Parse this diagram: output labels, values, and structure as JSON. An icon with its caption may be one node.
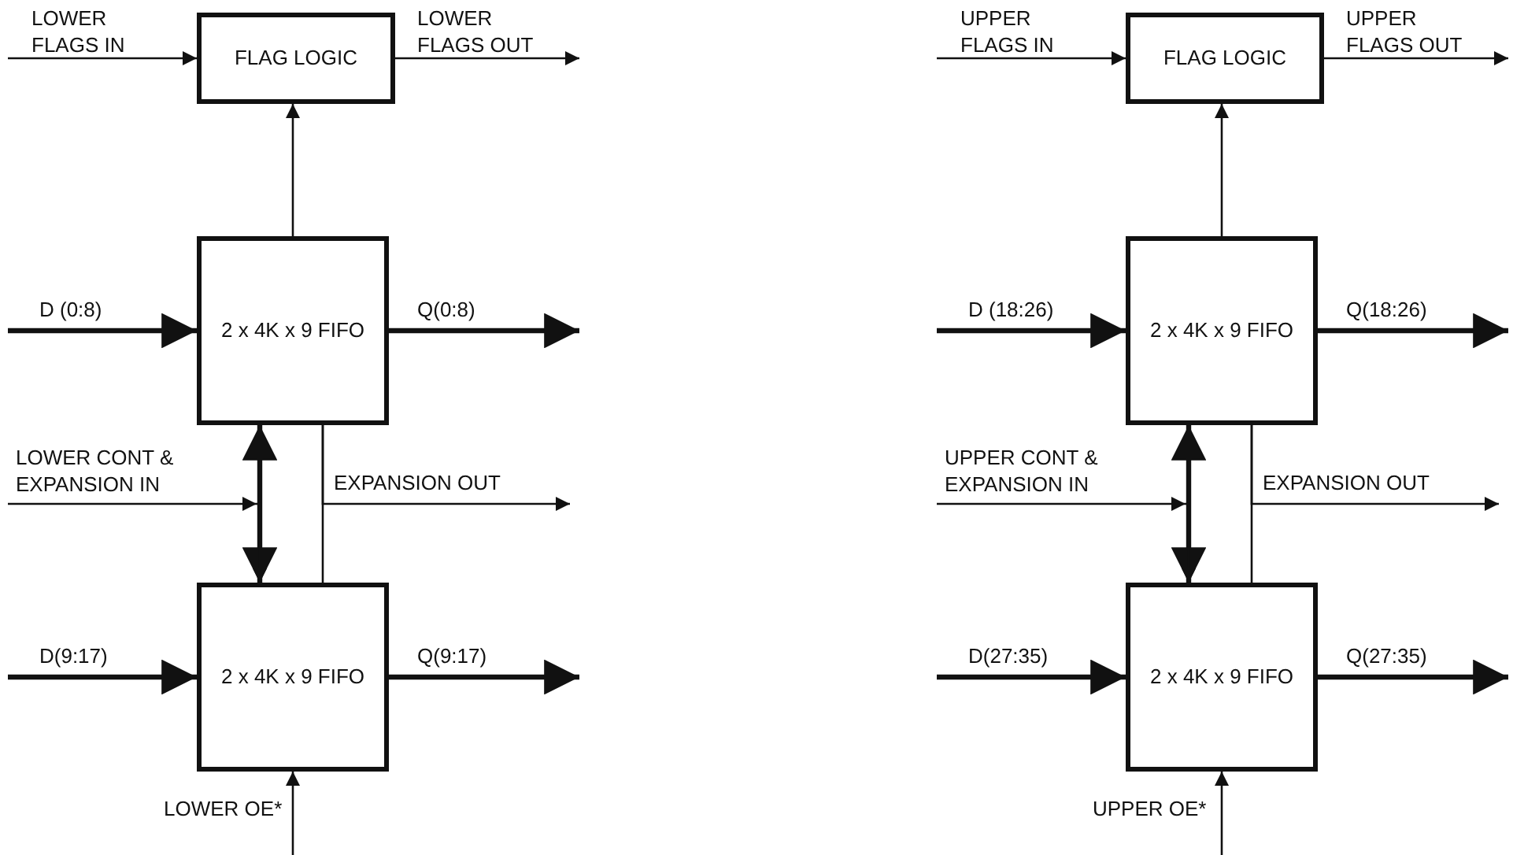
{
  "diagram": {
    "nodes": [
      {
        "text": [
          "FLAG LOGIC"
        ]
      },
      {
        "text": [
          "2 x 4K x 9 FIFO"
        ]
      },
      {
        "text": [
          "2 x 4K x 9 FIFO"
        ]
      },
      {
        "text": [
          "FLAG LOGIC"
        ]
      },
      {
        "text": [
          "2 x 4K x 9 FIFO"
        ]
      },
      {
        "text": [
          "2 x 4K x 9 FIFO"
        ]
      }
    ],
    "edges": [
      {
        "from": null,
        "to": 0,
        "arrow": "to",
        "label": "LOWER FLAGS IN"
      },
      {
        "from": 0,
        "to": null,
        "arrow": "to",
        "label": "LOWER FLAGS OUT"
      },
      {
        "from": 1,
        "to": 0,
        "arrow": "to"
      },
      {
        "from": null,
        "to": 1,
        "arrow": "to",
        "label": "D (0:8)",
        "style": "thick"
      },
      {
        "from": 1,
        "to": null,
        "arrow": "to",
        "label": "Q(0:8)",
        "style": "thick"
      },
      {
        "from": 1,
        "to": 2,
        "arrow": "both",
        "style": "thick"
      },
      {
        "from": 1,
        "to": 2,
        "arrow": "none"
      },
      {
        "from": 1,
        "to": null,
        "arrow": "to",
        "label": "EXPANSION OUT"
      },
      {
        "from": null,
        "to": 2,
        "arrow": "to",
        "label": "LOWER CONT & EXPANSION IN"
      },
      {
        "from": null,
        "to": 2,
        "arrow": "to",
        "label": "D(9:17)",
        "style": "thick"
      },
      {
        "from": 2,
        "to": null,
        "arrow": "to",
        "label": "Q(9:17)",
        "style": "thick"
      },
      {
        "from": null,
        "to": 2,
        "arrow": "to",
        "label": "LOWER OE*"
      },
      {
        "from": null,
        "to": 3,
        "arrow": "to",
        "label": "UPPER FLAGS IN"
      },
      {
        "from": 3,
        "to": null,
        "arrow": "to",
        "label": "UPPER FLAGS OUT"
      },
      {
        "from": 4,
        "to": 3,
        "arrow": "to"
      },
      {
        "from": null,
        "to": 4,
        "arrow": "to",
        "label": "D (18:26)",
        "style": "thick"
      },
      {
        "from": 4,
        "to": null,
        "arrow": "to",
        "label": "Q(18:26)",
        "style": "thick"
      },
      {
        "from": 4,
        "to": 5,
        "arrow": "both",
        "style": "thick"
      },
      {
        "from": 4,
        "to": 5,
        "arrow": "none"
      },
      {
        "from": 4,
        "to": null,
        "arrow": "to",
        "label": "EXPANSION OUT"
      },
      {
        "from": null,
        "to": 5,
        "arrow": "to",
        "label": "UPPER CONT & EXPANSION IN"
      },
      {
        "from": null,
        "to": 5,
        "arrow": "to",
        "label": "D(27:35)",
        "style": "thick"
      },
      {
        "from": 5,
        "to": null,
        "arrow": "to",
        "label": "Q(27:35)",
        "style": "thick"
      },
      {
        "from": null,
        "to": 5,
        "arrow": "to",
        "label": "UPPER OE*"
      }
    ]
  }
}
